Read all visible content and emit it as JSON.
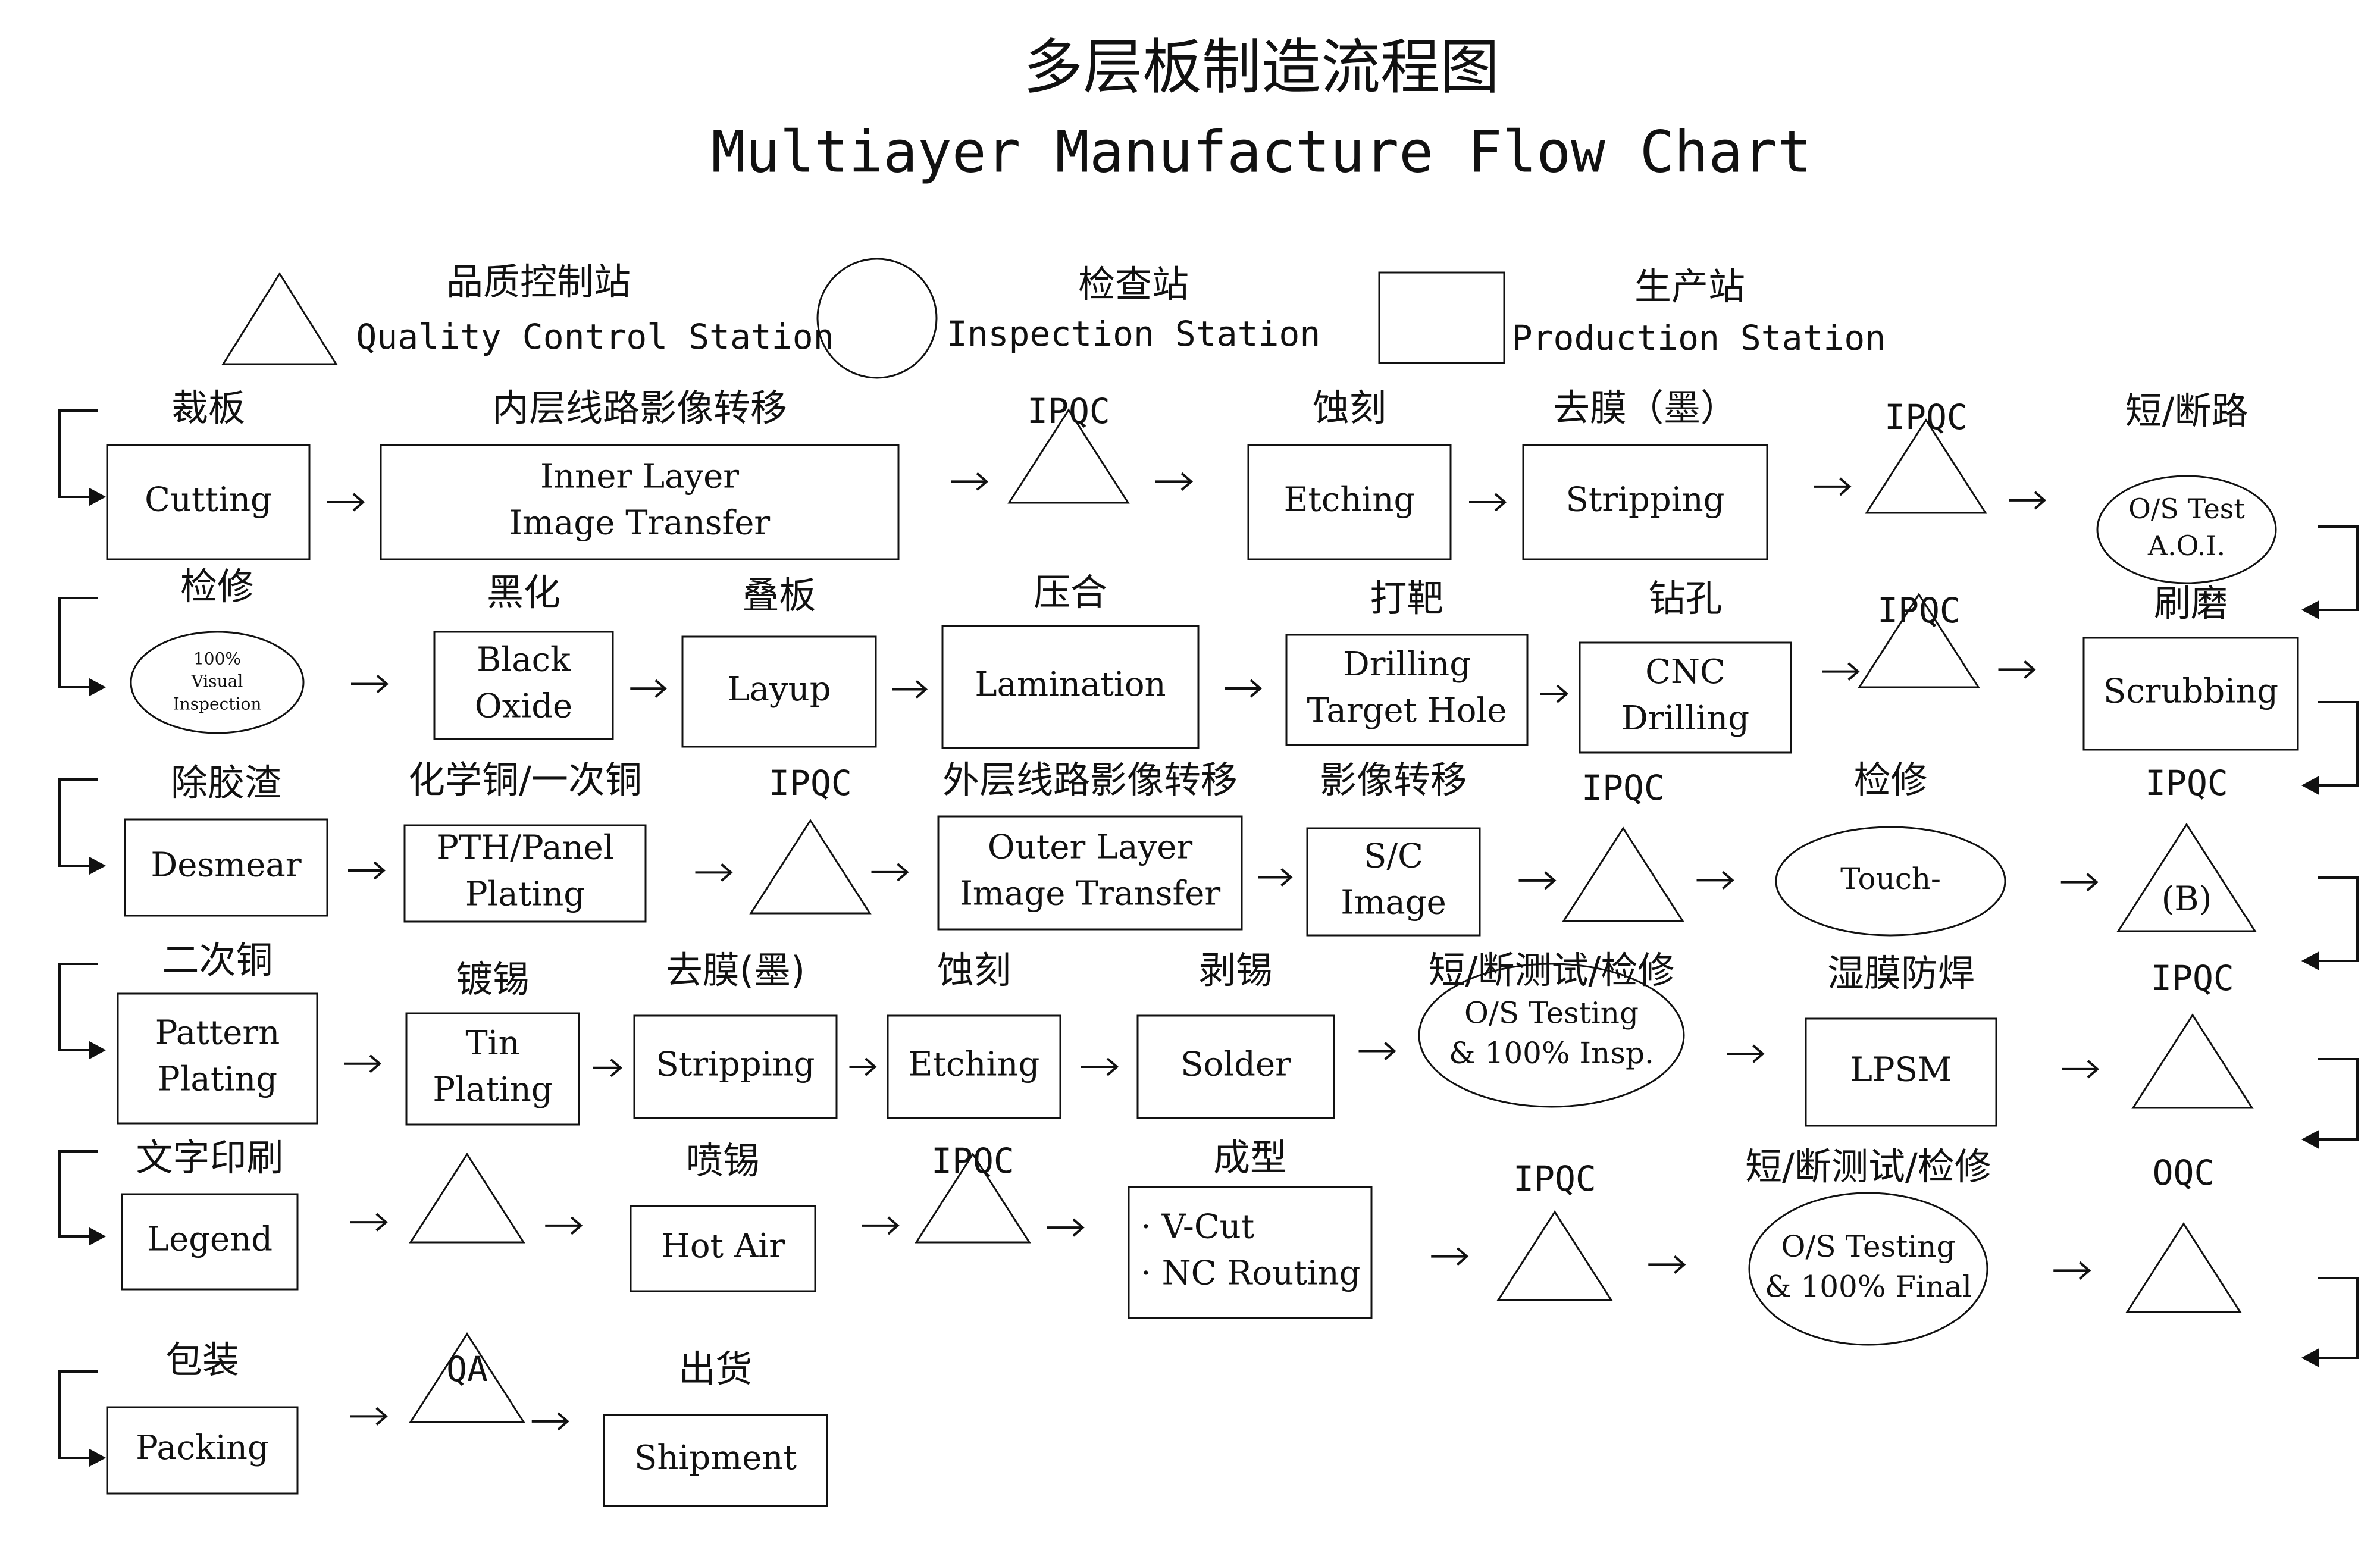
{
  "title_cn": "多层板制造流程图",
  "title_en": "Multiayer Manufacture Flow Chart",
  "legend": [
    {
      "shape": "triangle",
      "cn": "品质控制站",
      "en": "Quality Control Station"
    },
    {
      "shape": "circle",
      "cn": "检查站",
      "en": "Inspection Station"
    },
    {
      "shape": "rect",
      "cn": "生产站",
      "en": "Production Station"
    }
  ],
  "rows": [
    [
      {
        "shape": "rect",
        "cn": "裁板",
        "lines": [
          "Cutting"
        ]
      },
      {
        "shape": "rect",
        "cn": "内层线路影像转移",
        "lines": [
          "Inner Layer",
          "Image Transfer"
        ]
      },
      {
        "shape": "tri",
        "cn": "IPQC",
        "lines": []
      },
      {
        "shape": "rect",
        "cn": "蚀刻",
        "lines": [
          "Etching"
        ]
      },
      {
        "shape": "rect",
        "cn": "去膜（墨）",
        "lines": [
          "Stripping"
        ]
      },
      {
        "shape": "tri",
        "cn": "IPQC",
        "lines": []
      },
      {
        "shape": "ellipse",
        "cn": "短/断路",
        "lines": [
          "O/S Test",
          "A.O.I."
        ]
      }
    ],
    [
      {
        "shape": "ellipse",
        "cn": "检修",
        "lines": [
          "100%",
          "Visual",
          "Inspection"
        ]
      },
      {
        "shape": "rect",
        "cn": "黑化",
        "lines": [
          "Black",
          "Oxide"
        ]
      },
      {
        "shape": "rect",
        "cn": "叠板",
        "lines": [
          "Layup"
        ]
      },
      {
        "shape": "rect",
        "cn": "压合",
        "lines": [
          "Lamination"
        ]
      },
      {
        "shape": "rect",
        "cn": "打靶",
        "lines": [
          "Drilling",
          "Target Hole"
        ]
      },
      {
        "shape": "rect",
        "cn": "钻孔",
        "lines": [
          "CNC",
          "Drilling"
        ]
      },
      {
        "shape": "tri",
        "cn": "IPQC",
        "lines": []
      },
      {
        "shape": "rect",
        "cn": "刷磨",
        "lines": [
          "Scrubbing"
        ]
      }
    ],
    [
      {
        "shape": "rect",
        "cn": "除胶渣",
        "lines": [
          "Desmear"
        ]
      },
      {
        "shape": "rect",
        "cn": "化学铜/一次铜",
        "lines": [
          "PTH/Panel",
          "Plating"
        ]
      },
      {
        "shape": "tri",
        "cn": "IPQC",
        "lines": []
      },
      {
        "shape": "rect",
        "cn": "外层线路影像转移",
        "lines": [
          "Outer Layer",
          "Image Transfer"
        ]
      },
      {
        "shape": "rect",
        "cn": "影像转移",
        "lines": [
          "S/C",
          "Image"
        ]
      },
      {
        "shape": "tri",
        "cn": "IPQC",
        "lines": []
      },
      {
        "shape": "ellipse",
        "cn": "检修",
        "lines": [
          "Touch-"
        ]
      },
      {
        "shape": "tri",
        "cn": "IPQC",
        "lines": [
          "(B)"
        ]
      }
    ],
    [
      {
        "shape": "rect",
        "cn": "二次铜",
        "lines": [
          "Pattern",
          "Plating"
        ]
      },
      {
        "shape": "rect",
        "cn": "镀锡",
        "lines": [
          "Tin",
          "Plating"
        ]
      },
      {
        "shape": "rect",
        "cn": "去膜(墨)",
        "lines": [
          "Stripping"
        ]
      },
      {
        "shape": "rect",
        "cn": "蚀刻",
        "lines": [
          "Etching"
        ]
      },
      {
        "shape": "rect",
        "cn": "剥锡",
        "lines": [
          "Solder"
        ]
      },
      {
        "shape": "ellipse",
        "cn": "短/断测试/检修",
        "lines": [
          "O/S Testing",
          "& 100% Insp."
        ]
      },
      {
        "shape": "rect",
        "cn": "湿膜防焊",
        "lines": [
          "LPSM"
        ]
      },
      {
        "shape": "tri",
        "cn": "IPQC",
        "lines": []
      }
    ],
    [
      {
        "shape": "rect",
        "cn": "文字印刷",
        "lines": [
          "Legend"
        ]
      },
      {
        "shape": "tri",
        "cn": "",
        "lines": []
      },
      {
        "shape": "rect",
        "cn": "喷锡",
        "lines": [
          "Hot Air"
        ]
      },
      {
        "shape": "tri",
        "cn": "IPQC",
        "lines": []
      },
      {
        "shape": "rect",
        "cn": "成型",
        "lines": [
          "· V-Cut",
          "· NC Routing"
        ]
      },
      {
        "shape": "tri",
        "cn": "IPQC",
        "lines": []
      },
      {
        "shape": "ellipse",
        "cn": "短/断测试/检修",
        "lines": [
          "O/S Testing",
          "& 100% Final"
        ]
      },
      {
        "shape": "tri",
        "cn": "OQC",
        "lines": []
      }
    ],
    [
      {
        "shape": "rect",
        "cn": "包装",
        "lines": [
          "Packing"
        ]
      },
      {
        "shape": "tri",
        "cn": "QA",
        "lines": []
      },
      {
        "shape": "rect",
        "cn": "出货",
        "lines": [
          "Shipment"
        ]
      }
    ]
  ]
}
